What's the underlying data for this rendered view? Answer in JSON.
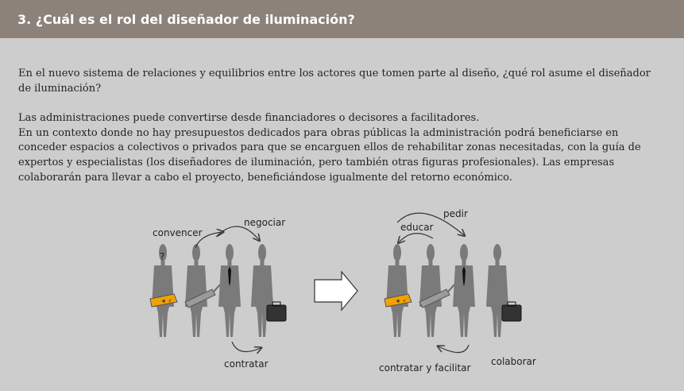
{
  "header": {
    "title": "3. ¿Cuál es el rol del diseñador de iluminación?"
  },
  "content": {
    "question": "En el nuevo sistema de relaciones y equilibrios entre los actores que tomen parte al diseño, ¿qué rol asume el diseñador de iluminación?",
    "line1": "Las administraciones puede convertirse desde financiadores o decisores a facilitadores.",
    "line2": "En un contexto donde no hay presupuestos dedicados para obras públicas la administración podrá beneficiarse en conceder espacios a colectivos o privados para que se encarguen ellos de rehabilitar zonas necesitadas, con la guía de expertos y especialistas (los diseñadores de iluminación, pero también otras figuras profesionales). Las empresas colaborarán para llevar a cabo el proyecto, beneficiándose igualmente del retorno económico."
  },
  "diagram": {
    "before": {
      "q": "?",
      "convencer": "convencer",
      "negociar": "negociar",
      "contratar": "contratar"
    },
    "after": {
      "pedir": "pedir",
      "educar": "educar",
      "colaborar": "colaborar",
      "contratar_facilitar": "contratar y facilitar"
    }
  },
  "colors": {
    "header": "#8c8279",
    "background": "#cdcdcd",
    "figure": "#7a7a7a",
    "accent": "#f2a200"
  }
}
